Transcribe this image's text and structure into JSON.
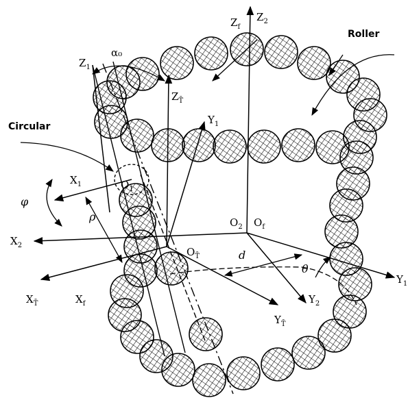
{
  "labels": {
    "roller": "Roller",
    "circular": "Circular",
    "alpha0": "α₀",
    "phi": "φ",
    "rho": "ρ",
    "d": "d",
    "theta": "θ",
    "o1": "O",
    "o2": "O",
    "of": "O",
    "ot": "O",
    "x1": "X",
    "x2": "X",
    "xt": "X",
    "xf": "X",
    "y1a": "Y",
    "y1b": "Y",
    "y2": "Y",
    "yt": "Y",
    "z1": "Z",
    "z2": "Z",
    "zf": "Z",
    "zt": "Z"
  },
  "subs": {
    "o1": "1",
    "o2": "2",
    "of": "f",
    "ot": "T̄",
    "x1": "1",
    "x2": "2",
    "xt": "T̄",
    "xf": "f",
    "y1a": "1",
    "y1b": "1",
    "y2": "2",
    "yt": "T̄",
    "z1": "1",
    "z2": "2",
    "zf": "f",
    "zt": "T̄"
  }
}
